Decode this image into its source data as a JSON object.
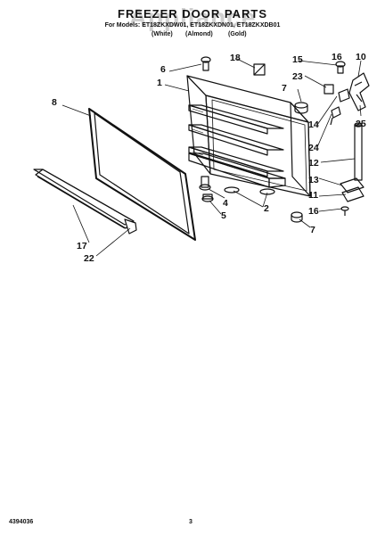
{
  "watermark": "Appliance",
  "title": "FREEZER DOOR PARTS",
  "model_line": "For Models: ET18ZKXDW01, ET18ZKXDN01, ET18ZKXDB01",
  "color_labels": [
    "(White)",
    "(Almond)",
    "(Gold)"
  ],
  "part_labels": {
    "p1": "1",
    "p2": "2",
    "p4": "4",
    "p5": "5",
    "p6": "6",
    "p7a": "7",
    "p7b": "7",
    "p8": "8",
    "p10": "10",
    "p11": "11",
    "p12": "12",
    "p13": "13",
    "p14": "14",
    "p15": "15",
    "p16a": "16",
    "p16b": "16",
    "p17": "17",
    "p18": "18",
    "p22": "22",
    "p23": "23",
    "p24": "24",
    "p25": "25"
  },
  "footer": {
    "doc_number": "4394036",
    "page_number": "3"
  }
}
